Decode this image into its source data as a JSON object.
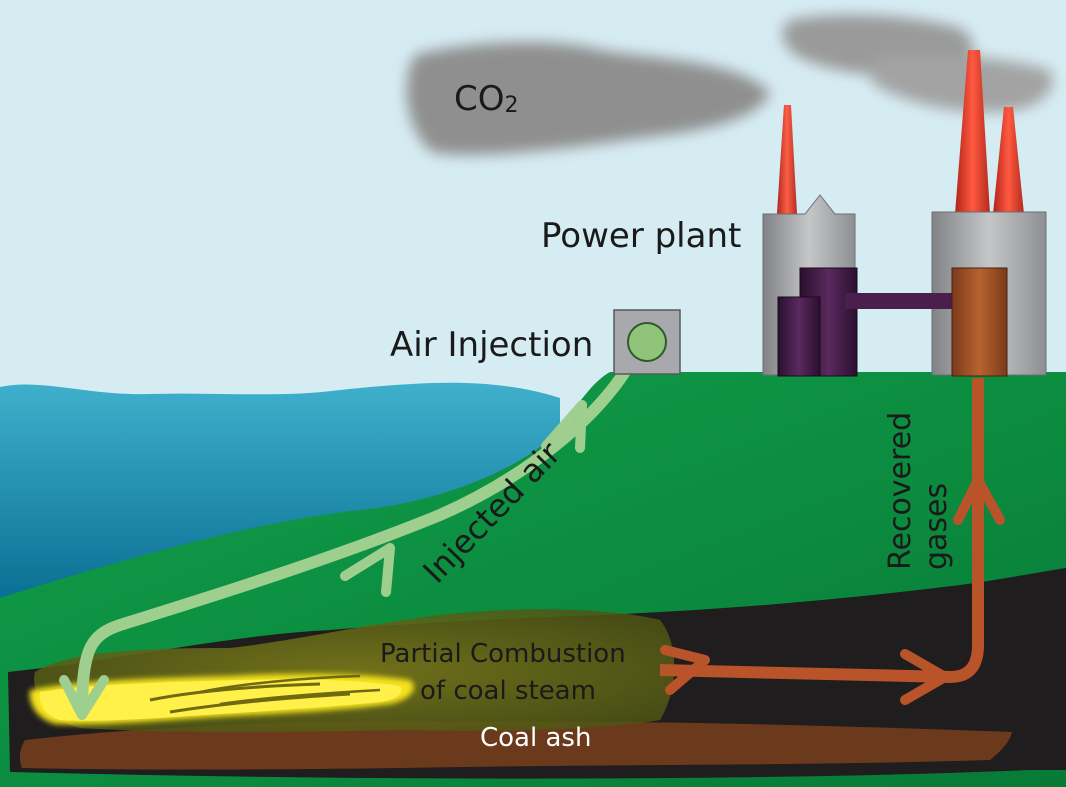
{
  "labels": {
    "co2_main": "CO",
    "co2_sub": "2",
    "power_plant": "Power plant",
    "air_injection": "Air Injection",
    "injected_air": "Injected air",
    "recovered_line1": "Recovered",
    "recovered_line2": "gases",
    "combustion_line1": "Partial Combustion",
    "combustion_line2": "of coal steam",
    "coal_ash": "Coal ash"
  },
  "colors": {
    "sky": "#d6ecf3",
    "water": "#1a8fb0",
    "ground": "#0e8a3e",
    "coal_seam": "#1f1d1d",
    "coal_ash": "#6b3a1c",
    "fire": "#f4e21a",
    "injected_air_arrow": "#9fcf8f",
    "recovered_gas_arrow": "#b8532a",
    "chimney_tip": "#e8382a",
    "building": "#a7a9ac"
  }
}
